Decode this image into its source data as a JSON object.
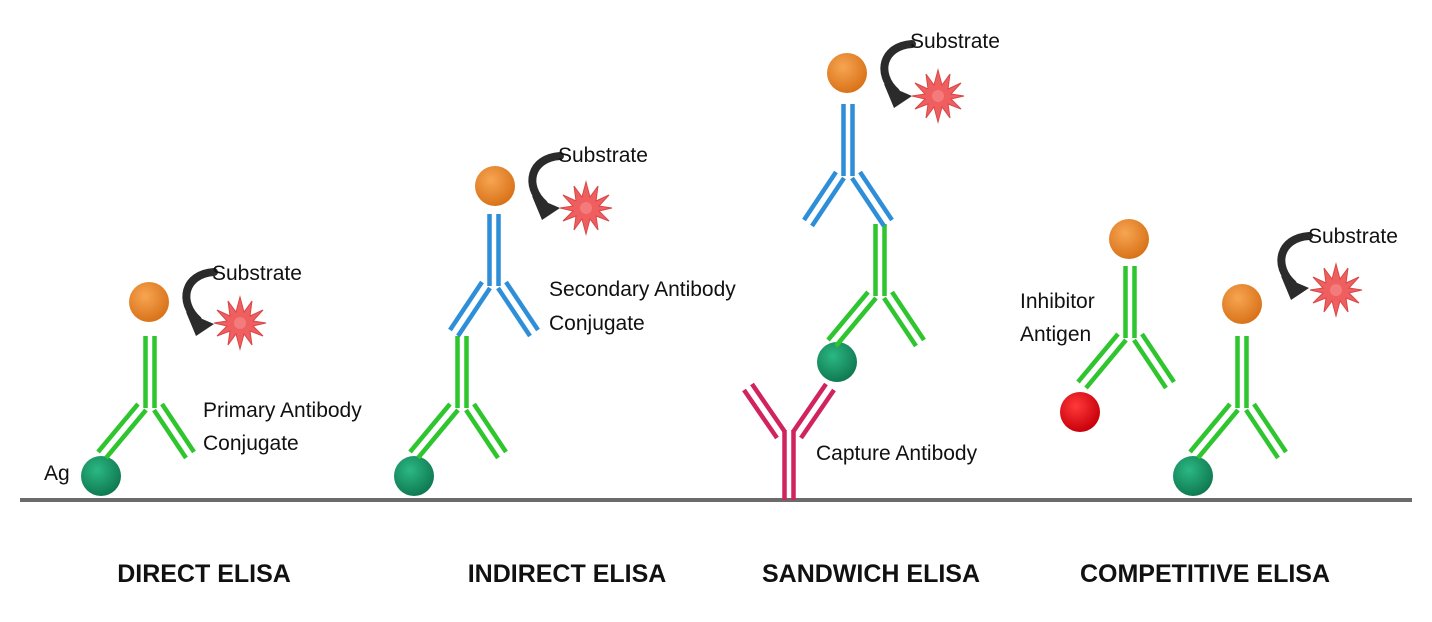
{
  "colors": {
    "green_antibody": "#2ec52e",
    "blue_antibody": "#2e8fd8",
    "capture_antibody": "#d1245e",
    "enzyme_orange": "#e68a30",
    "antigen_green": "#1a9a6a",
    "inhibitor_red": "#e8121a",
    "substrate_star": "#ef5f5f",
    "surface": "#6b6b6b",
    "arrow": "#2b2b2b"
  },
  "panels": [
    {
      "title": "DIRECT ELISA",
      "labels": {
        "antigen": "Ag",
        "substrate": "Substrate",
        "antibody_line1": "Primary Antibody",
        "antibody_line2": "Conjugate"
      }
    },
    {
      "title": "INDIRECT ELISA",
      "labels": {
        "substrate": "Substrate",
        "antibody_line1": "Secondary Antibody",
        "antibody_line2": "Conjugate"
      }
    },
    {
      "title": "SANDWICH ELISA",
      "labels": {
        "substrate": "Substrate",
        "capture": "Capture Antibody"
      }
    },
    {
      "title": "COMPETITIVE ELISA",
      "labels": {
        "substrate": "Substrate",
        "inhibitor_line1": "Inhibitor",
        "inhibitor_line2": "Antigen"
      }
    }
  ]
}
